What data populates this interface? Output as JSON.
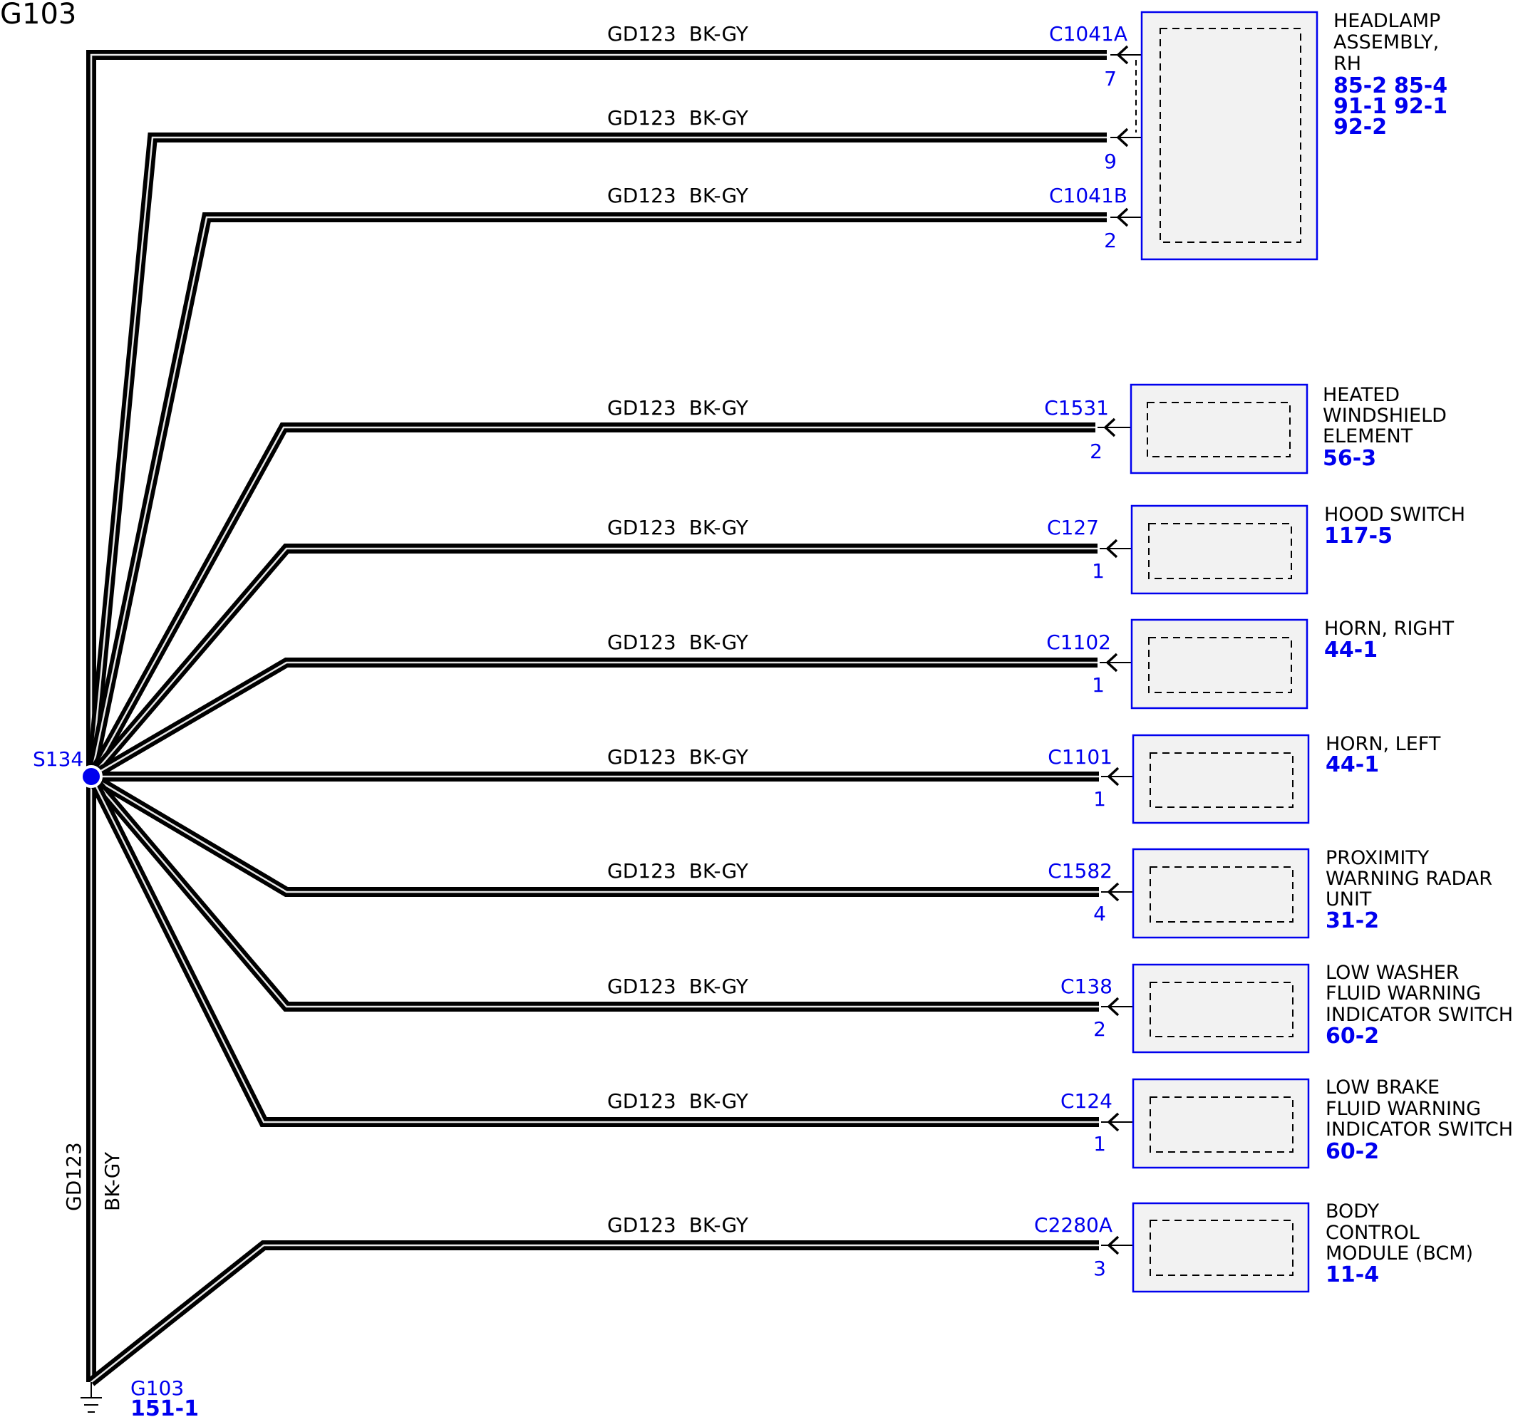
{
  "title": "G103",
  "splice": {
    "name": "S134"
  },
  "trunk": {
    "circuit": "GD123",
    "color": "BK-GY"
  },
  "ground": {
    "name": "G103",
    "ref": "151-1"
  },
  "components": [
    {
      "id": "headlamp-rh",
      "name_lines": [
        "HEADLAMP",
        "ASSEMBLY,",
        "RH"
      ],
      "refs": [
        "85-2",
        "85-4",
        "91-1",
        "92-1",
        "92-2"
      ]
    },
    {
      "id": "heated-windshield",
      "name_lines": [
        "HEATED",
        "WINDSHIELD",
        "ELEMENT"
      ],
      "refs": [
        "56-3"
      ]
    },
    {
      "id": "hood-switch",
      "name_lines": [
        "HOOD SWITCH"
      ],
      "refs": [
        "117-5"
      ]
    },
    {
      "id": "horn-right",
      "name_lines": [
        "HORN, RIGHT"
      ],
      "refs": [
        "44-1"
      ]
    },
    {
      "id": "horn-left",
      "name_lines": [
        "HORN, LEFT"
      ],
      "refs": [
        "44-1"
      ]
    },
    {
      "id": "proximity-radar",
      "name_lines": [
        "PROXIMITY",
        "WARNING RADAR",
        "UNIT"
      ],
      "refs": [
        "31-2"
      ]
    },
    {
      "id": "low-washer-switch",
      "name_lines": [
        "LOW WASHER",
        "FLUID WARNING",
        "INDICATOR SWITCH"
      ],
      "refs": [
        "60-2"
      ]
    },
    {
      "id": "low-brake-switch",
      "name_lines": [
        "LOW BRAKE",
        "FLUID WARNING",
        "INDICATOR SWITCH"
      ],
      "refs": [
        "60-2"
      ]
    },
    {
      "id": "bcm",
      "name_lines": [
        "BODY",
        "CONTROL",
        "MODULE (BCM)"
      ],
      "refs": [
        "11-4"
      ]
    }
  ],
  "wires": [
    {
      "circuit": "GD123",
      "color": "BK-GY",
      "connector": "C1041A",
      "pin": "7"
    },
    {
      "circuit": "GD123",
      "color": "BK-GY",
      "connector": "",
      "pin": "9"
    },
    {
      "circuit": "GD123",
      "color": "BK-GY",
      "connector": "C1041B",
      "pin": "2"
    },
    {
      "circuit": "GD123",
      "color": "BK-GY",
      "connector": "C1531",
      "pin": "2"
    },
    {
      "circuit": "GD123",
      "color": "BK-GY",
      "connector": "C127",
      "pin": "1"
    },
    {
      "circuit": "GD123",
      "color": "BK-GY",
      "connector": "C1102",
      "pin": "1"
    },
    {
      "circuit": "GD123",
      "color": "BK-GY",
      "connector": "C1101",
      "pin": "1"
    },
    {
      "circuit": "GD123",
      "color": "BK-GY",
      "connector": "C1582",
      "pin": "4"
    },
    {
      "circuit": "GD123",
      "color": "BK-GY",
      "connector": "C138",
      "pin": "2"
    },
    {
      "circuit": "GD123",
      "color": "BK-GY",
      "connector": "C124",
      "pin": "1"
    },
    {
      "circuit": "GD123",
      "color": "BK-GY",
      "connector": "C2280A",
      "pin": "3"
    }
  ],
  "colors": {
    "reference_blue": "#0000ee",
    "wire": "#000000",
    "box_fill": "#f2f2f2"
  }
}
